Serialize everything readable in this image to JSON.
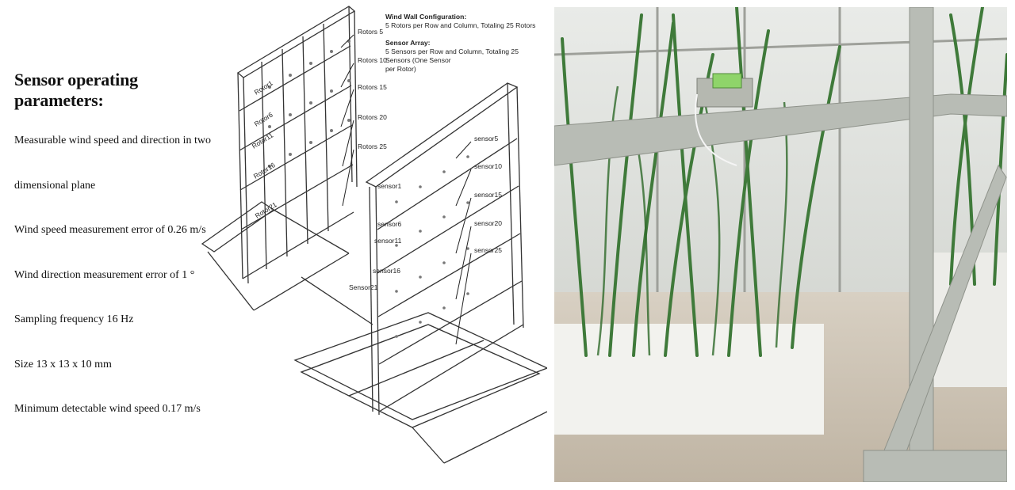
{
  "params": {
    "title": "Sensor operating parameters:",
    "items": [
      "Measurable wind speed and direction in two",
      "dimensional plane",
      "Wind speed measurement error of 0.26 m/s",
      "Wind direction measurement error of 1 °",
      "Sampling frequency 16 Hz",
      "Size 13 x 13 x 10 mm",
      "Minimum detectable wind speed 0.17 m/s"
    ]
  },
  "notes": {
    "wall_title": "Wind Wall Configuration:",
    "wall_text": "5 Rotors per Row and Column, Totaling 25 Rotors",
    "array_title": "Sensor Array:",
    "array_text_1": "5 Sensors per Row and Column, Totaling 25 Sensors (One Sensor",
    "array_text_2": "per Rotor)"
  },
  "rotor_labels": [
    "Rotors 5",
    "Rotors 10",
    "Rotors 15",
    "Rotors 20",
    "Rotors 25"
  ],
  "rotor_inside_labels": [
    "Rotor1",
    "Rotor6",
    "Rotor11",
    "Rotor16",
    "Rotor21"
  ],
  "sensor_right_labels": [
    "sensor5",
    "sensor10",
    "sensor15",
    "sensor20",
    "sensor25"
  ],
  "sensor_left_labels": [
    "sensor1",
    "sensor6",
    "sensor11",
    "sensor16",
    "Sensor21"
  ]
}
